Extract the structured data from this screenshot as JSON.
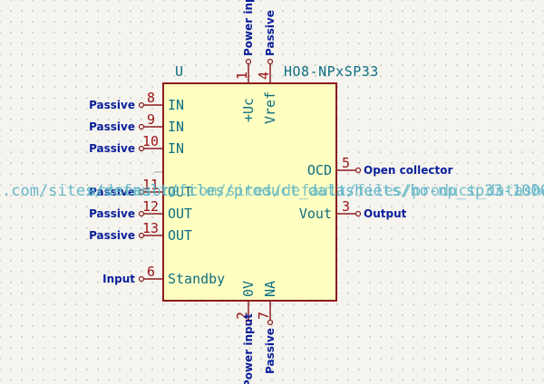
{
  "symbol": {
    "reference": "U",
    "value": "HO8-NPxSP33",
    "datasheet_url": ".com/sites/default/files/product_datasheets/ho-np_sp33-1000",
    "overlap_text": "arcsensors.com/sites/default/files/product_datasheets"
  },
  "colors": {
    "body_fill": "#ffffc2",
    "body_stroke": "#8c1d1d",
    "pin_line": "#8c1d1d",
    "pin_name": "#0e6e82",
    "pin_number": "#9b1212",
    "electrical_type": "#0a1f9a",
    "grid_dot": "#b8b7b0"
  },
  "pins": {
    "p1": {
      "number": "1",
      "name": "+Uc",
      "type": "Power input"
    },
    "p4": {
      "number": "4",
      "name": "Vref",
      "type": "Passive"
    },
    "p8": {
      "number": "8",
      "name": "IN",
      "type": "Passive"
    },
    "p9": {
      "number": "9",
      "name": "IN",
      "type": "Passive"
    },
    "p10": {
      "number": "10",
      "name": "IN",
      "type": "Passive"
    },
    "p11": {
      "number": "11",
      "name": "OUT",
      "type": "Passive"
    },
    "p12": {
      "number": "12",
      "name": "OUT",
      "type": "Passive"
    },
    "p13": {
      "number": "13",
      "name": "OUT",
      "type": "Passive"
    },
    "p6": {
      "number": "6",
      "name": "Standby",
      "type": "Input"
    },
    "p5": {
      "number": "5",
      "name": "OCD",
      "type": "Open collector"
    },
    "p3": {
      "number": "3",
      "name": "Vout",
      "type": "Output"
    },
    "p2": {
      "number": "2",
      "name": "0V",
      "type": "Power input"
    },
    "p7": {
      "number": "7",
      "name": "NA",
      "type": "Passive"
    }
  }
}
